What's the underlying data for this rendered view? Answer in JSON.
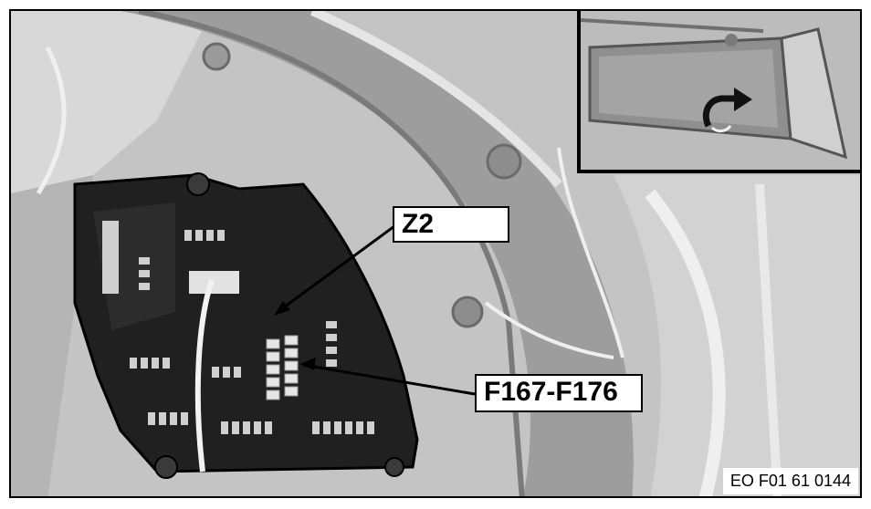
{
  "labels": {
    "z2": "Z2",
    "fuses": "F167-F176",
    "reference": "EO F01 61 0144"
  },
  "icons": {
    "inset_arrow": "rotate-arrow-icon"
  }
}
